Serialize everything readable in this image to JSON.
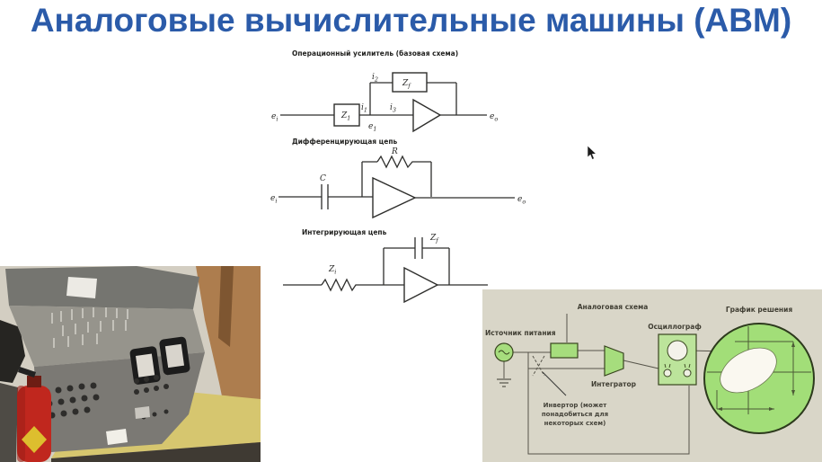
{
  "slide": {
    "title": "Аналоговые вычислительные машины (АВМ)"
  },
  "colors": {
    "title_blue": "#2b5ba9",
    "diagram_background": "#d9d6c8",
    "diagram_green": "#a6dd7d",
    "oscilloscope_green": "#bce49b",
    "schematic_line": "#2e2e2c"
  },
  "circuits": {
    "opamp": {
      "title": "Операционный усилитель (базовая схема)",
      "input": {
        "base": "e",
        "sub": "i"
      },
      "z1": {
        "base": "Z",
        "sub": "1"
      },
      "i1": {
        "base": "i",
        "sub": "1"
      },
      "i2": {
        "base": "i",
        "sub": "2"
      },
      "i3": {
        "base": "i",
        "sub": "3"
      },
      "e1": {
        "base": "e",
        "sub": "1"
      },
      "zf": {
        "base": "Z",
        "sub": "f"
      },
      "output": {
        "base": "e",
        "sub": "o"
      }
    },
    "diff": {
      "title": "Дифференцирующая цепь",
      "cap": "C",
      "res": "R",
      "input": {
        "base": "e",
        "sub": "i"
      },
      "output": {
        "base": "e",
        "sub": "o"
      }
    },
    "integ": {
      "title": "Интегрирующая цепь",
      "zi": {
        "base": "Z",
        "sub": "i"
      },
      "zf": {
        "base": "Z",
        "sub": "f"
      }
    }
  },
  "block_diagram": {
    "power_label": "Источник питания",
    "analog_label": "Аналоговая схема",
    "integrator_label": "Интегратор",
    "oscilloscope_label": "Осциллограф",
    "graph_label": "График решения",
    "inverter_lines": {
      "0": "Инвертор (может",
      "1": "понадобиться для",
      "2": "некоторых схем)"
    }
  }
}
